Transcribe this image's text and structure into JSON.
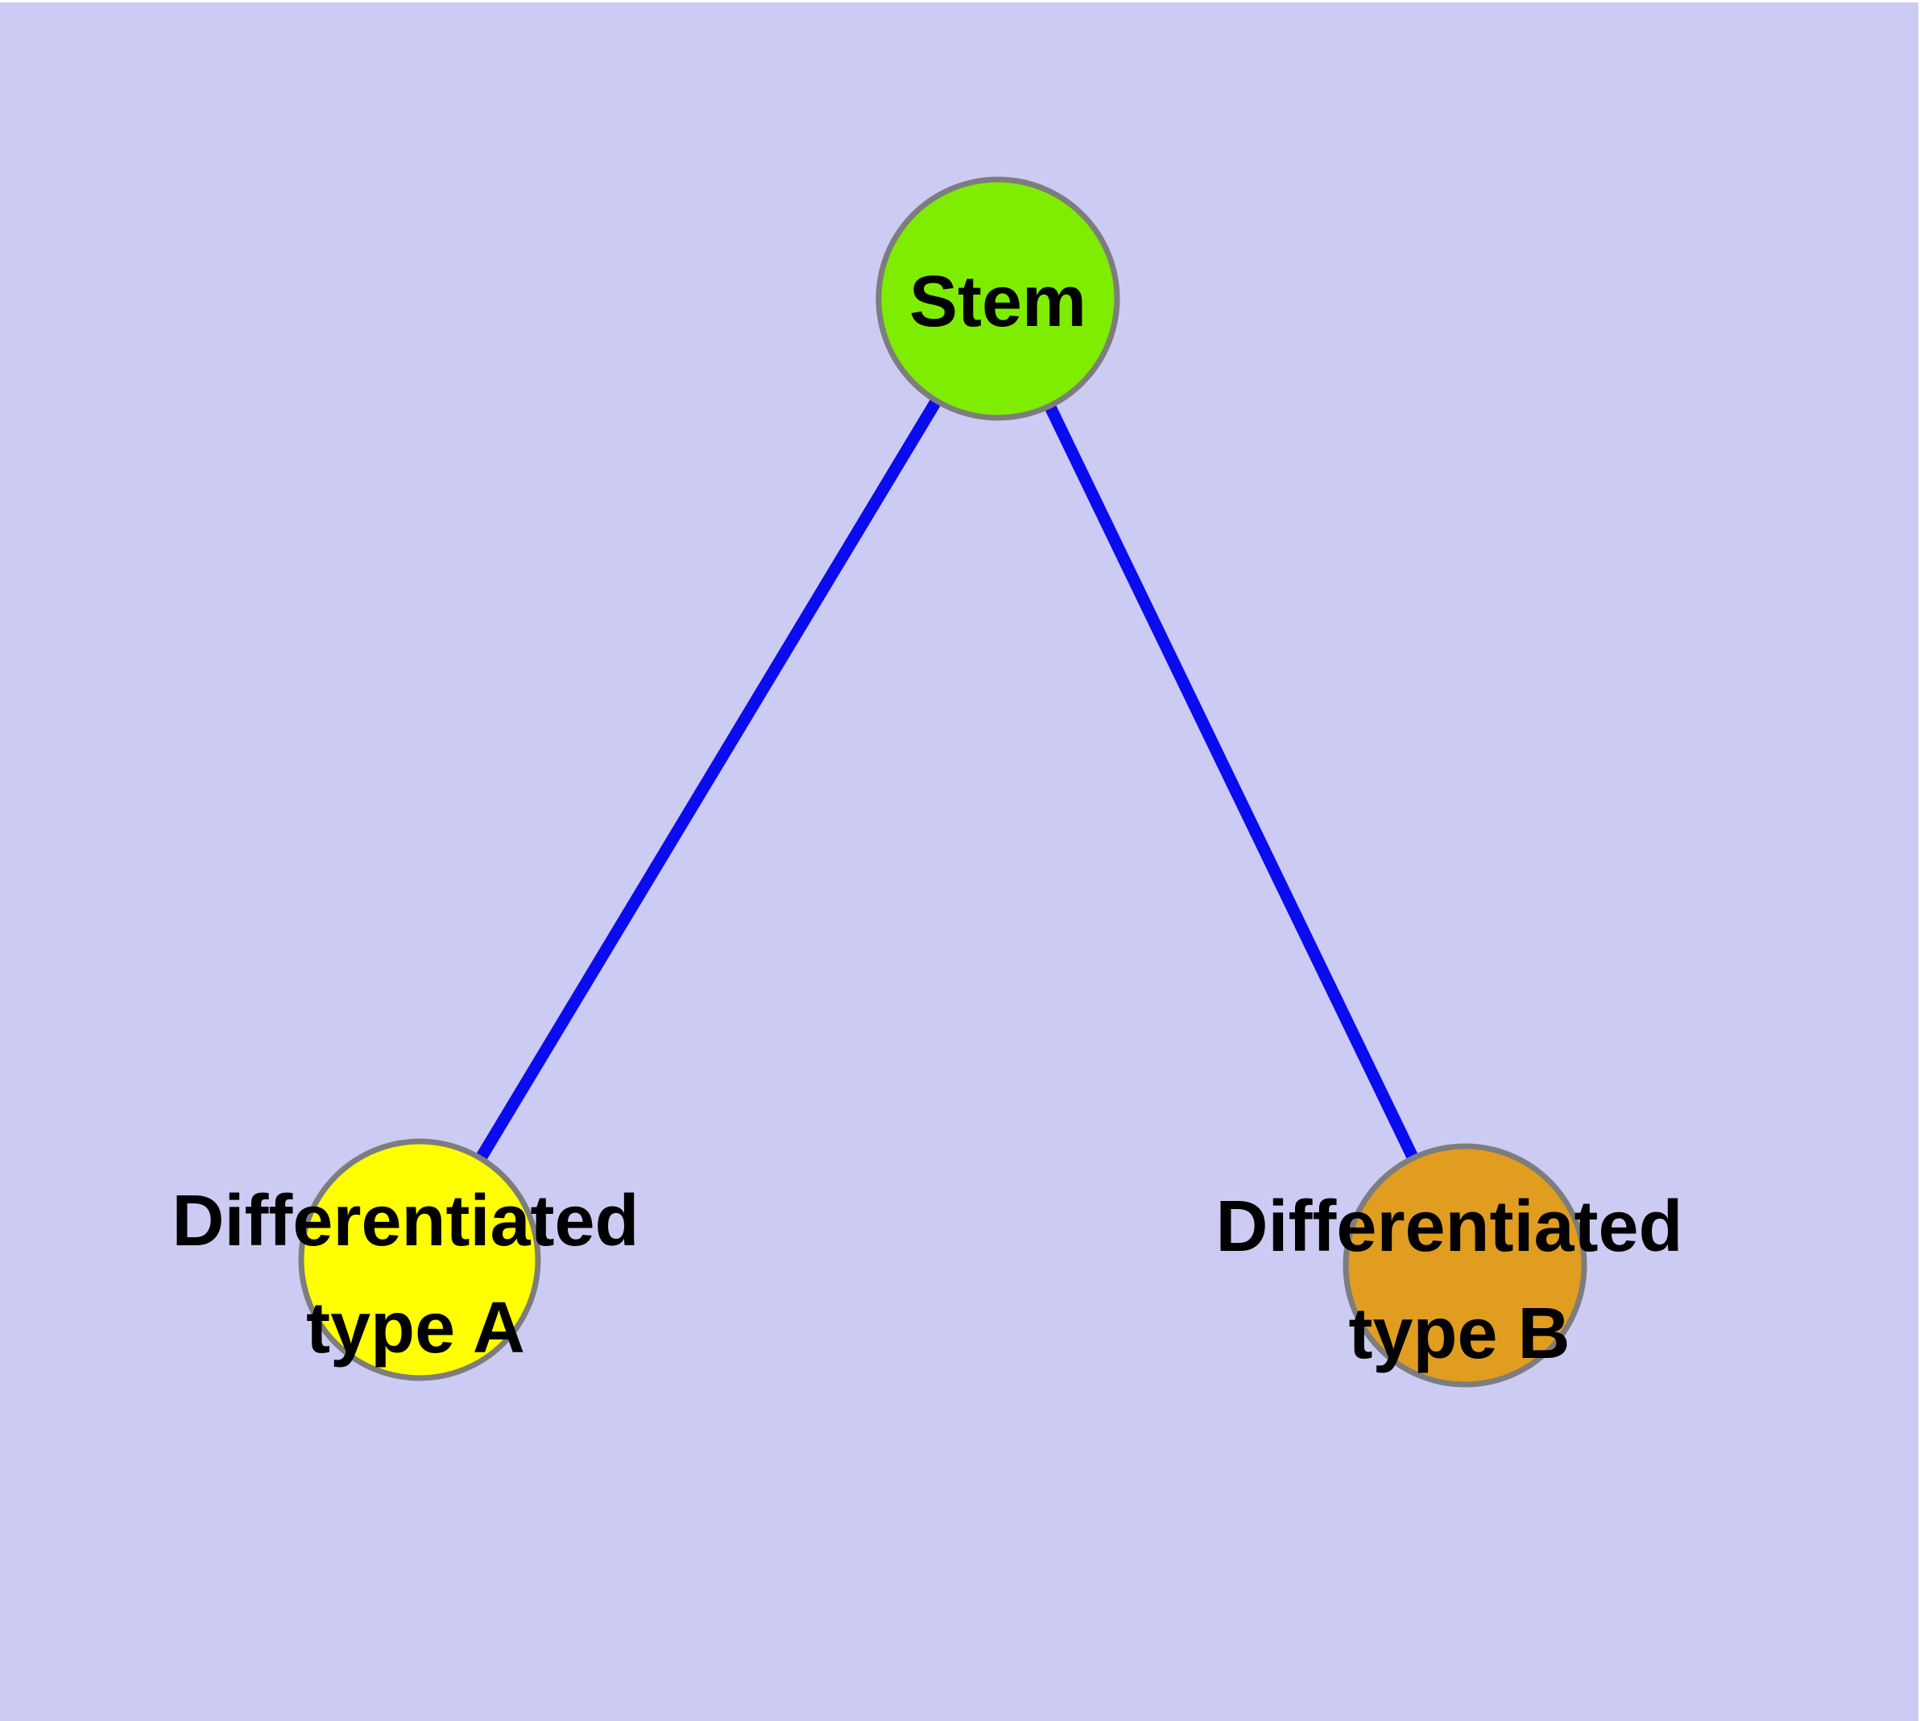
{
  "background": {
    "page_color": "#ffffff",
    "panel_color": "#cbcbf3"
  },
  "graph": {
    "edge_color": "#0b0bf0",
    "node_stroke_color": "#7d7d7d",
    "label_color": "#000000",
    "nodes": [
      {
        "id": "stem",
        "label": "Stem",
        "label_lines": [
          "Stem"
        ],
        "fill": "#7eed00"
      },
      {
        "id": "type-a",
        "label": "Differentiated type A",
        "label_lines": [
          "Differentiated",
          "type A"
        ],
        "fill": "#ffff00"
      },
      {
        "id": "type-b",
        "label": "Differentiated type B",
        "label_lines": [
          "Differentiated",
          "type B"
        ],
        "fill": "#e19d20"
      }
    ],
    "edges": [
      {
        "from": "stem",
        "to": "type-a"
      },
      {
        "from": "stem",
        "to": "type-b"
      }
    ]
  }
}
